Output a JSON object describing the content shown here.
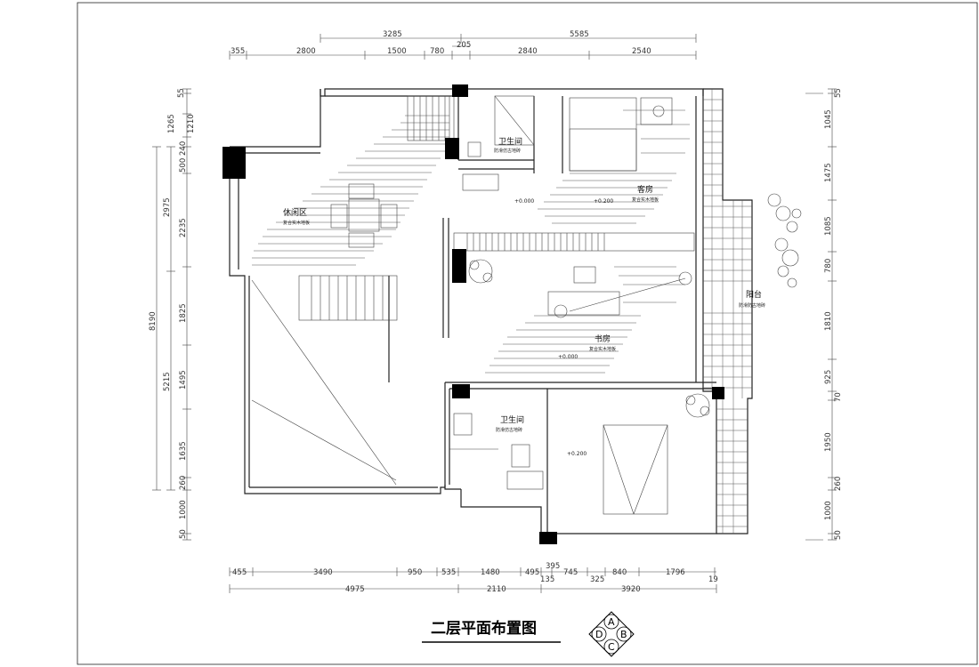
{
  "title": "二层平面布置图",
  "index_symbol": {
    "letters": [
      "A",
      "B",
      "C",
      "D"
    ]
  },
  "rooms": {
    "lounge": {
      "name": "休闲区",
      "floor": "复合实木地板"
    },
    "bath_top": {
      "name": "卫生间",
      "floor": "防滑仿古地砖"
    },
    "guest": {
      "name": "客房",
      "floor": "复合实木地板"
    },
    "balcony": {
      "name": "阳台",
      "floor": "防滑防古地砖"
    },
    "study": {
      "name": "书房",
      "floor": "复合实木地板"
    },
    "bath_bottom": {
      "name": "卫生间",
      "floor": "防滑仿古地砖"
    }
  },
  "levels": [
    "+0.000",
    "+0.200",
    "+0.000",
    "+0.200"
  ],
  "dims": {
    "top_outer": [
      "3285",
      "5585"
    ],
    "top_mid": [
      "205"
    ],
    "top_inner": [
      "355",
      "2800",
      "1500",
      "780",
      "2840",
      "2540"
    ],
    "bottom_inner": [
      "455",
      "3490",
      "950",
      "535",
      "1480",
      "495",
      "135",
      "395",
      "745",
      "325",
      "840",
      "1796",
      "19"
    ],
    "bottom_outer": [
      "4975",
      "2110",
      "3920"
    ],
    "left_outer": [
      "8190"
    ],
    "left_mid": [
      "2975",
      "5215"
    ],
    "left_inner": [
      "55",
      "1265",
      "1210",
      "240",
      "500",
      "2235",
      "1825",
      "1495",
      "1635",
      "260",
      "1000",
      "50"
    ],
    "right": [
      "55",
      "1045",
      "1475",
      "1085",
      "780",
      "1810",
      "925",
      "70",
      "1950",
      "260",
      "1000",
      "50"
    ]
  }
}
